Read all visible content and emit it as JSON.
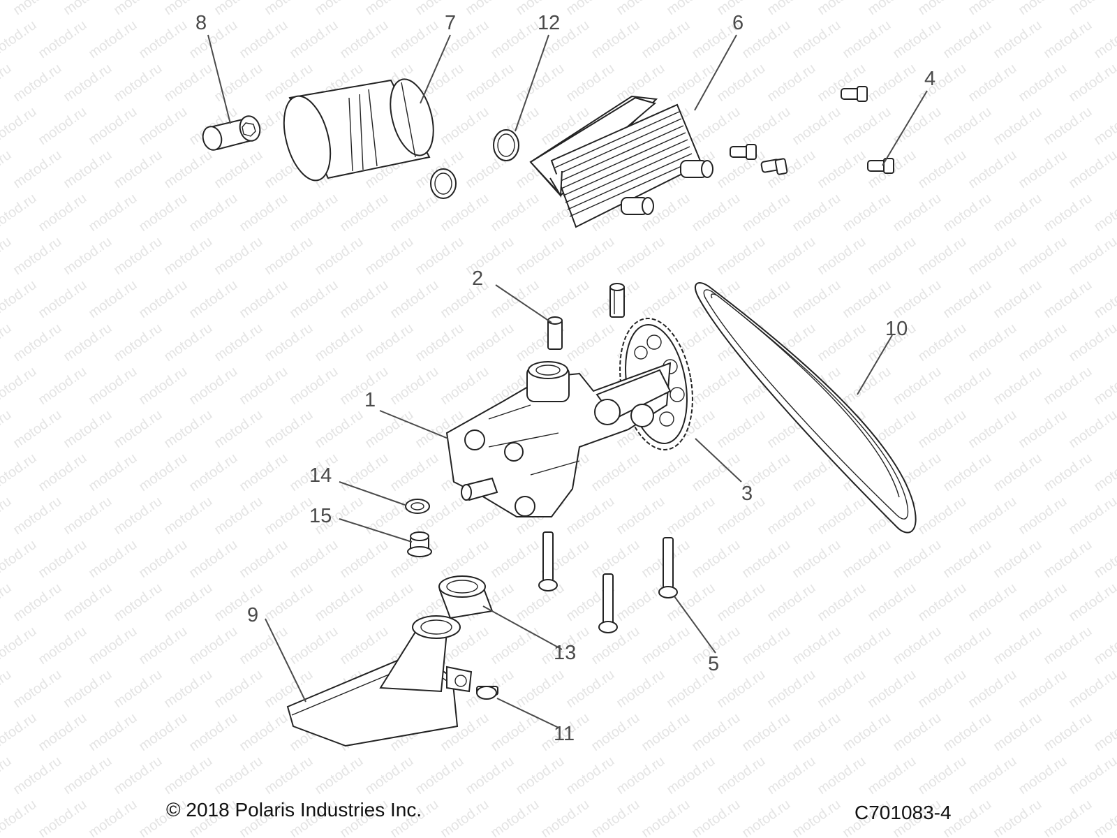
{
  "watermark": "motod.ru",
  "footer": {
    "copyright": "© 2018 Polaris Industries Inc.",
    "drawing_id": "C701083-4"
  },
  "callouts": {
    "c1": "1",
    "c2": "2",
    "c3": "3",
    "c4": "4",
    "c5": "5",
    "c6": "6",
    "c7": "7",
    "c8": "8",
    "c9": "9",
    "c10": "10",
    "c11": "11",
    "c12": "12",
    "c13": "13",
    "c14": "14",
    "c15": "15"
  }
}
